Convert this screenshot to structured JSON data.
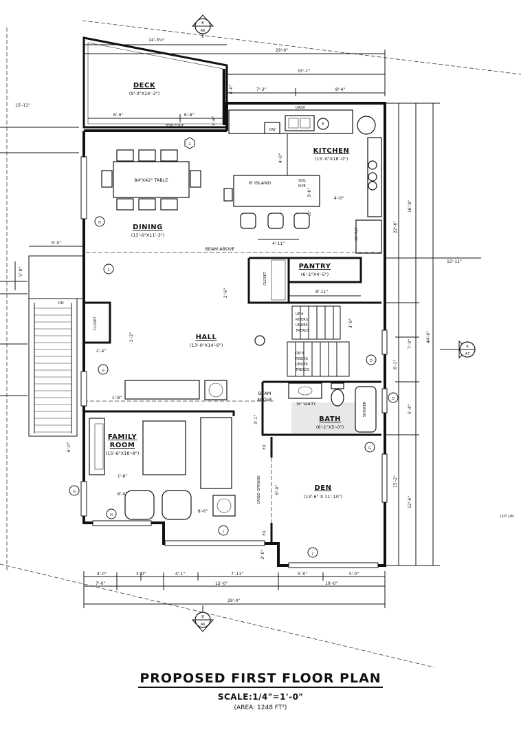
{
  "plan": {
    "title": "PROPOSED FIRST FLOOR PLAN",
    "scale": "SCALE:1/4\"=1'-0\"",
    "area": "(AREA: 1248 FT²)"
  },
  "rooms": {
    "deck": {
      "name": "DECK",
      "size": "(9'-0\"X14'-3\")"
    },
    "kitchen": {
      "name": "KITCHEN",
      "size": "(15'-0\"X18'-0\")"
    },
    "dining": {
      "name": "DINING",
      "size": "(13'-6\"X11'-3\")"
    },
    "pantry": {
      "name": "PANTRY",
      "size": "(6'-1\"X4'-5\")"
    },
    "hall": {
      "name": "HALL",
      "size": "(13'-0\"X14'-6\")"
    },
    "family": {
      "name1": "FAMILY",
      "name2": "ROOM",
      "size": "(15'-6\"X18'-8\")"
    },
    "bath": {
      "name": "BATH",
      "size": "(6'-1\"X5'-0\")"
    },
    "den": {
      "name": "DEN",
      "size": "(13'-6\" X 11'-10\")"
    }
  },
  "labels": {
    "table": "84\"X42\" TABLE",
    "island": "8' ISLAND",
    "soil": "SOIL",
    "pipe": "PIPE",
    "beam_above": "BEAM ABOVE",
    "beam": "BEAM",
    "above": "ABOVE",
    "closet": "CLOSET",
    "up_stairs": [
      "UP 6",
      "RISERS",
      "UNDER",
      "TREADS"
    ],
    "dn_stairs": [
      "DN 6",
      "RISERS",
      "UNDER",
      "TREADS"
    ],
    "vanity": "36\" VANITY",
    "shower": "SHOWER",
    "ref": "36\" REF",
    "dw": "DW",
    "cased_opening": "CASED OPENING",
    "dn": "DN",
    "lot_line": "LOT LIN",
    "eq": "EQ",
    "dash": "DASH",
    "thin_edge": "THIN EDGE"
  },
  "markers": {
    "section_top": {
      "top": "B",
      "bottom": "A6"
    },
    "section_bottom": {
      "top": "B",
      "bottom": "A6"
    },
    "section_right": {
      "top": "A",
      "bottom": "A7"
    },
    "tags": [
      "1",
      "2",
      "D",
      "D",
      "E",
      "G",
      "G",
      "G",
      "H",
      "H",
      "J",
      "J"
    ]
  },
  "dims": {
    "top_overall": "29'-0\"",
    "deck_width": "14'-3½\"",
    "top_15_1": "15'-1\"",
    "top_7_3": "7'-3\"",
    "top_8_4": "8'-4\"",
    "top_6_9": "6'-9\"",
    "top_6_8": "6'-8\"",
    "left_15_11": "15'-11\"",
    "deck_4_0": "4'-0\"",
    "deck_3_6": "3'-6\"",
    "kit_4_0": "4'-0\"",
    "kit_4_0b": "4'-0\"",
    "kit_3_0": "3'-0\"",
    "kit_12": "12\"",
    "hall_4_11": "4'-11\"",
    "entry_5_0": "5'-0\"",
    "entry_5_8": "5'-8\"",
    "clos_2_6": "2'-6\"",
    "pantry_8_11": "8'-11\"",
    "clos_2_2": "2'-2\"",
    "clos_2_4": "2'-4\"",
    "stair_3_9": "3'-9\"",
    "fam_1_8": "1'-8\"",
    "fam_1_8b": "1'-8\"",
    "fam_6_0": "6'-0\"",
    "fam_6_0b": "6'-0\"",
    "fam_8_6": "8'-6\"",
    "bath_3_1": "3'-1\"",
    "den_6_0": "6'-0\"",
    "den_2_0": "2'-0\"",
    "bot_4_0": "4'-0\"",
    "bot_3_0": "3'-0\"",
    "bot_4_1": "4'-1\"",
    "bot_7_11": "7'-11\"",
    "bot_5_0": "5'-0\"",
    "bot_5_0b": "5'-0\"",
    "bot_7_0": "7'-0\"",
    "bot_12_0": "12'-0\"",
    "bot_10_0": "10'-0\"",
    "bot_overall": "29'-0\"",
    "right_16_8": "16'-8\"",
    "right_22_6": "22'-6\"",
    "right_44_0": "44'-0\"",
    "right_15_11": "15'-11\"",
    "right_7_0": "7'-0\"",
    "right_6_1": "6'-1\"",
    "right_5_4": "5'-4\"",
    "right_15_2": "15'-2\"",
    "right_12_6": "12'-6\"",
    "left_6_0": "6'-0\""
  }
}
